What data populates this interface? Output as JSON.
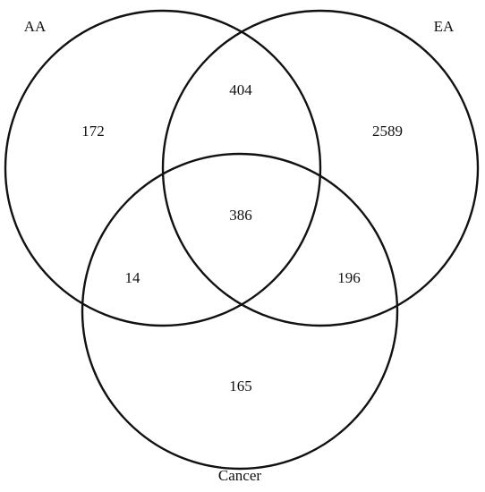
{
  "diagram": {
    "type": "venn-3",
    "stroke_color": "#111111",
    "text_color": "#111111",
    "sets": {
      "aa": {
        "label": "AA"
      },
      "ea": {
        "label": "EA"
      },
      "cancer": {
        "label": "Cancer"
      }
    },
    "regions": {
      "aa_only": "172",
      "ea_only": "2589",
      "cancer_only": "165",
      "aa_ea": "404",
      "aa_cancer": "14",
      "ea_cancer": "196",
      "all_three": "386"
    }
  }
}
